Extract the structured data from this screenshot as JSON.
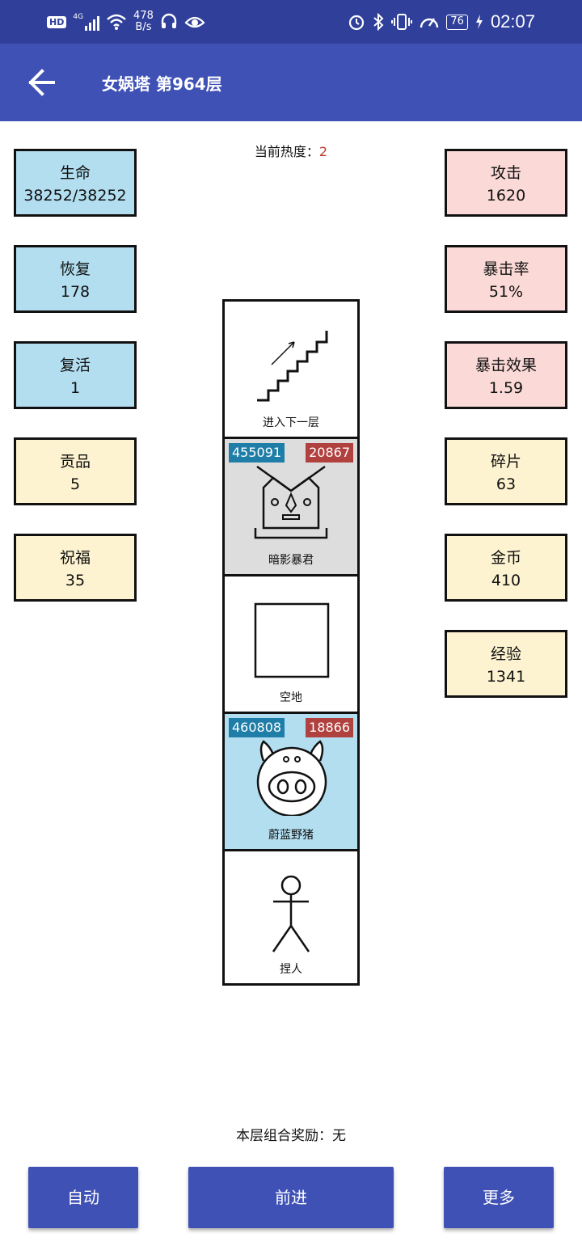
{
  "status_bar": {
    "hd": "HD",
    "network": "4G",
    "net_speed_value": "478",
    "net_speed_unit": "B/s",
    "battery": "76",
    "time": "02:07"
  },
  "app_bar": {
    "title": "女娲塔 第964层"
  },
  "heat": {
    "label": "当前热度：",
    "value": "2"
  },
  "left_stats": [
    {
      "label": "生命",
      "value": "38252/38252"
    },
    {
      "label": "恢复",
      "value": "178"
    },
    {
      "label": "复活",
      "value": "1"
    },
    {
      "label": "贡品",
      "value": "5"
    },
    {
      "label": "祝福",
      "value": "35"
    }
  ],
  "right_stats": [
    {
      "label": "攻击",
      "value": "1620"
    },
    {
      "label": "暴击率",
      "value": "51%"
    },
    {
      "label": "暴击效果",
      "value": "1.59"
    },
    {
      "label": "碎片",
      "value": "63"
    },
    {
      "label": "金币",
      "value": "410"
    },
    {
      "label": "经验",
      "value": "1341"
    }
  ],
  "tower": [
    {
      "name": "进入下一层",
      "icon": "stairs-icon"
    },
    {
      "name": "暗影暴君",
      "icon": "tyrant-monster-icon",
      "hp": "455091",
      "atk": "20867",
      "bg": "#dddddd"
    },
    {
      "name": "空地",
      "icon": "empty-square-icon"
    },
    {
      "name": "蔚蓝野猪",
      "icon": "pig-monster-icon",
      "hp": "460808",
      "atk": "18866",
      "bg": "#b2def0"
    },
    {
      "name": "捏人",
      "icon": "stick-figure-icon"
    }
  ],
  "reward": {
    "label": "本层组合奖励：",
    "value": "无"
  },
  "buttons": {
    "auto": "自动",
    "forward": "前进",
    "more": "更多"
  },
  "colors": {
    "status_bar": "#2f3f9a",
    "app_bar": "#3f51b5",
    "stat_blue": "#b2def0",
    "stat_pink": "#fad9d6",
    "stat_yellow": "#fdf3d0",
    "hp_badge": "#1f7ea8",
    "atk_badge": "#b0413e"
  }
}
